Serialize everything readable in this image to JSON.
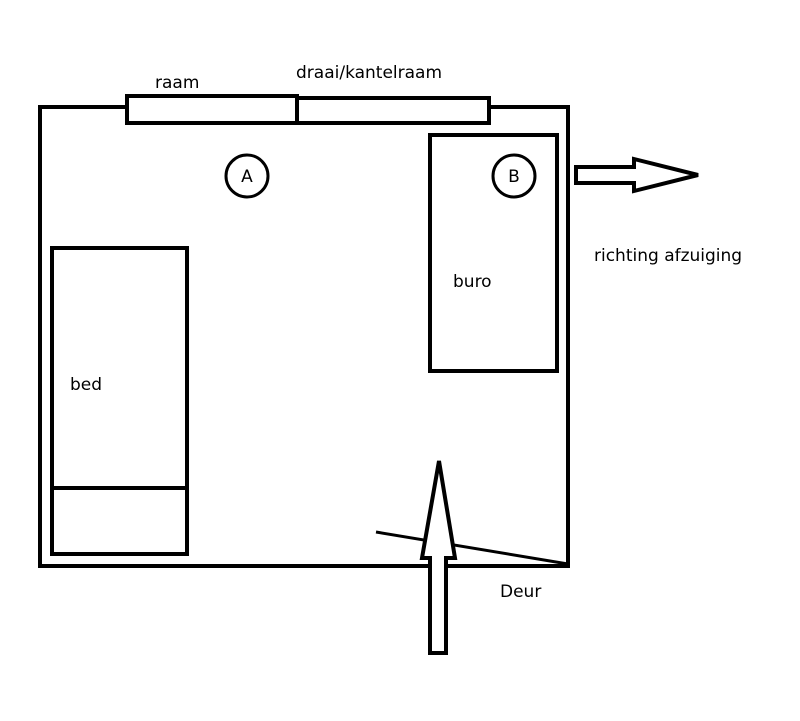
{
  "labels": {
    "raam": "raam",
    "draai_kantelraam": "draai/kantelraam",
    "marker_a": "A",
    "marker_b": "B",
    "buro": "buro",
    "bed": "bed",
    "afzuiging": "richting afzuiging",
    "deur": "Deur"
  },
  "colors": {
    "line": "#000000",
    "background": "#ffffff"
  }
}
